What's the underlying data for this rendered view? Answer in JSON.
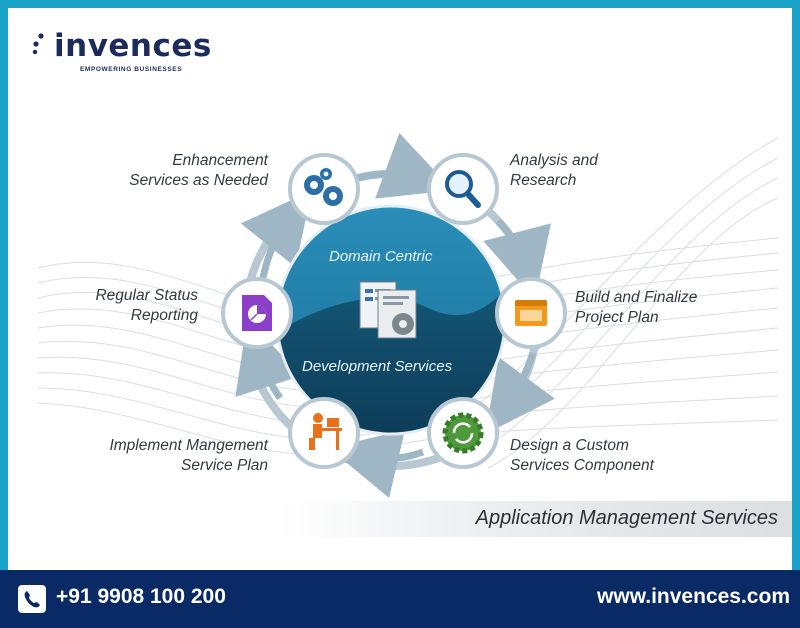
{
  "brand": {
    "name": "invences",
    "tagline": "EMPOWERING BUSINESSES",
    "color": "#1b2b5c"
  },
  "diagram": {
    "center_top_text": "Domain Centric",
    "center_bottom_text": "Development Services",
    "steps": [
      {
        "label": "Enhancement\nServices as Needed",
        "icon": "gears-icon"
      },
      {
        "label": "Analysis and\nResearch",
        "icon": "magnifier-icon"
      },
      {
        "label": "Build and Finalize\nProject Plan",
        "icon": "window-icon"
      },
      {
        "label": "Design a Custom\nServices Component",
        "icon": "refresh-gear-icon"
      },
      {
        "label": "Implement Mangement\nService Plan",
        "icon": "person-desk-icon"
      },
      {
        "label": "Regular Status\nReporting",
        "icon": "report-chart-icon"
      }
    ],
    "banner_title": "Application Management Services"
  },
  "footer": {
    "phone": "+91 9908 100 200",
    "website": "www.invences.com",
    "background": "#0a2a66"
  },
  "colors": {
    "frame": "#1aa3c8",
    "circle_top": "#1d7fa8",
    "circle_bottom": "#0f4a68",
    "ring": "#a9bfcc"
  }
}
